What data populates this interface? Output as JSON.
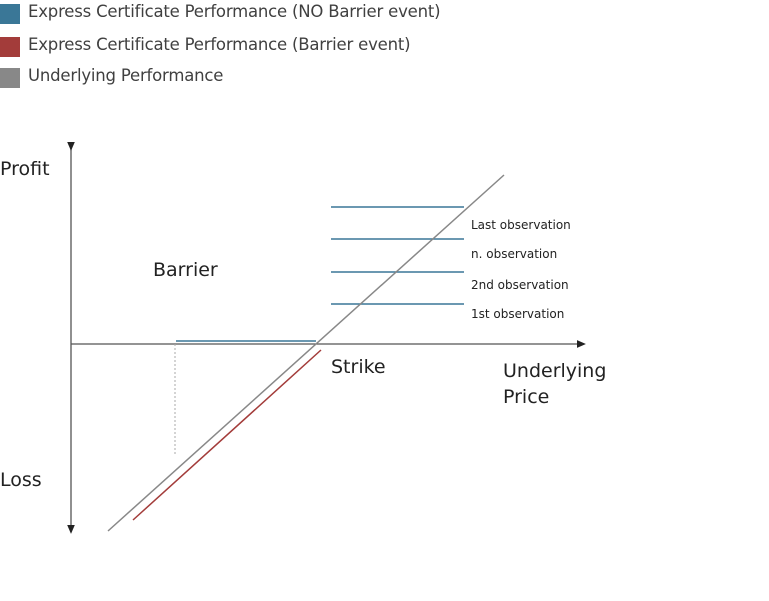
{
  "legend": {
    "items": [
      {
        "label": "Express Certificate Performance (NO Barrier event)",
        "color": "#3a7797"
      },
      {
        "label": "Express Certificate Performance (Barrier event)",
        "color": "#a33c3a"
      },
      {
        "label": "Underlying Performance",
        "color": "#888888"
      }
    ]
  },
  "axes": {
    "y_top_label": "Profit",
    "y_bottom_label": "Loss",
    "x_label_line1": "Underlying",
    "x_label_line2": "Price",
    "axis_color": "#555555"
  },
  "annotations": {
    "barrier": "Barrier",
    "strike": "Strike"
  },
  "observations": [
    {
      "label": "Last observation"
    },
    {
      "label": "n. observation"
    },
    {
      "label": "2nd observation"
    },
    {
      "label": "1st observation"
    }
  ],
  "colors": {
    "no_barrier": "#3a7797",
    "barrier": "#a33c3a",
    "underlying": "#888888",
    "barrier_dotted": "#aaaaaa"
  }
}
